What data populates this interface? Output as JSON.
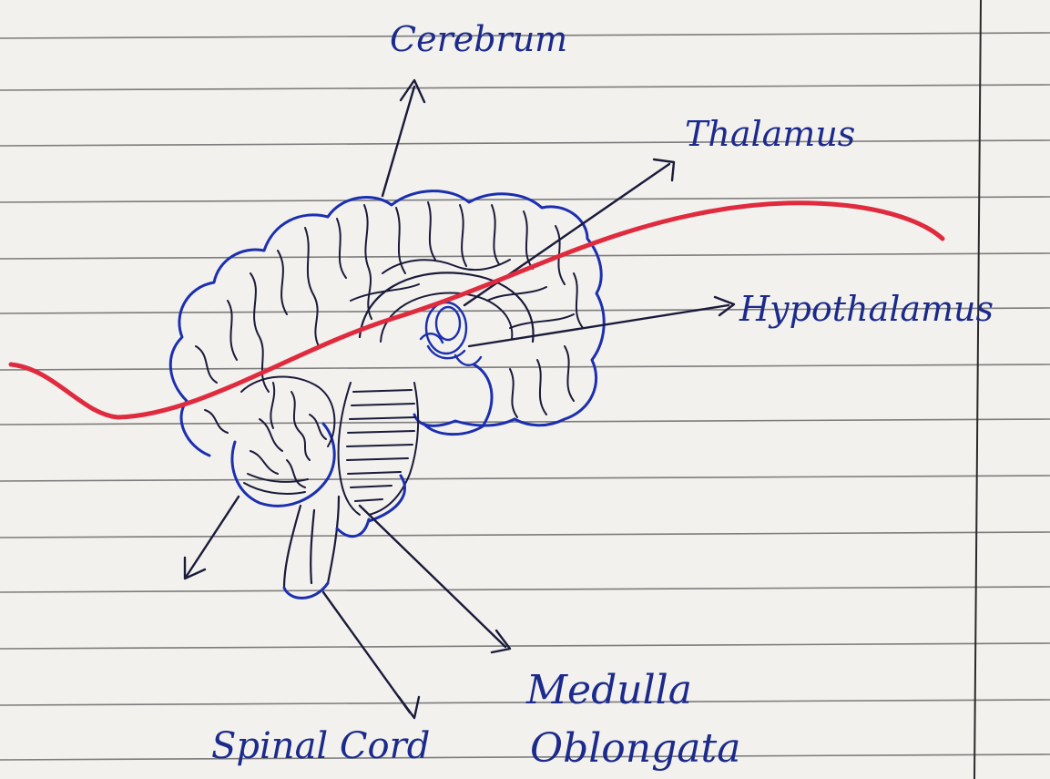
{
  "labels": {
    "cerebrum": "Cerebrum",
    "thalamus": "Thalamus",
    "hypothalamus": "Hypothalamus",
    "medulla_line1": "Medulla",
    "medulla_line2": "Oblongata",
    "spinal_cord": "Spinal Cord"
  },
  "colors": {
    "paper": "#f2f1ed",
    "rule_line": "#7c7c7c",
    "ink_dark": "#1a1a3a",
    "ink_blue": "#1b2fb0",
    "label_ink": "#1b2a8c",
    "red_stroke": "#e02a3e"
  }
}
